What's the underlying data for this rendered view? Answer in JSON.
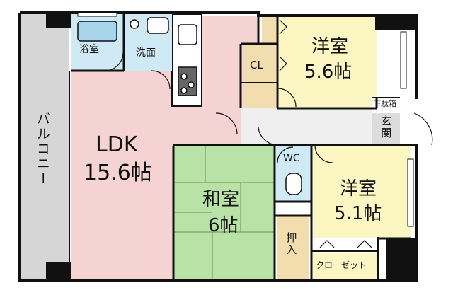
{
  "rooms": {
    "balcony": {
      "label": "バルコニー"
    },
    "bath": {
      "label": "浴室"
    },
    "washroom": {
      "label": "洗面"
    },
    "ldk": {
      "name": "LDK",
      "size": "15.6帖"
    },
    "cl": {
      "label": "CL"
    },
    "western1": {
      "name": "洋室",
      "size": "5.6帖"
    },
    "shoe_box": {
      "label": "下駄箱"
    },
    "entrance": {
      "label": "玄関"
    },
    "wc": {
      "label": "WC"
    },
    "japanese": {
      "name": "和室",
      "size": "6帖"
    },
    "oshiire": {
      "label": "押入"
    },
    "western2": {
      "name": "洋室",
      "size": "5.1帖"
    },
    "closet": {
      "label": "クローゼット"
    }
  },
  "colors": {
    "ldk": "#f6d3d3",
    "bath": "#cfe9f5",
    "western": "#fcf7c2",
    "storage": "#f2ddae",
    "japanese": "#b9e2a6",
    "balcony": "#d6d6d6",
    "hall": "#efefef",
    "wall": "#111111"
  }
}
